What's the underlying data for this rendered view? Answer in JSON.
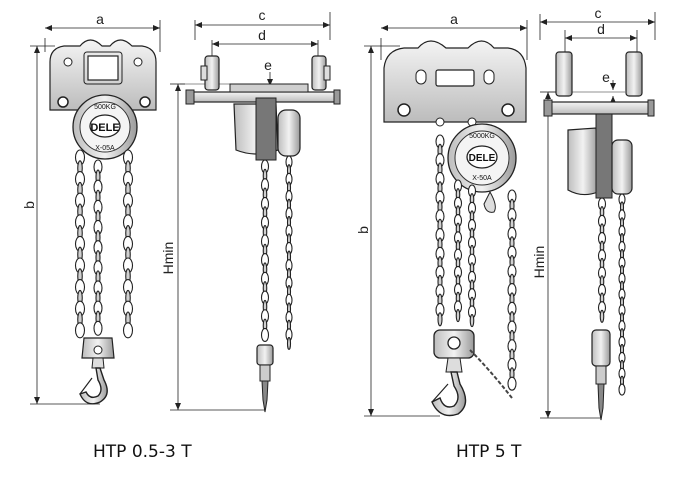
{
  "left_diagram": {
    "caption": "HTP 0.5-3 T",
    "dim_a": "a",
    "dim_b": "b",
    "dim_c": "c",
    "dim_d": "d",
    "dim_e": "e",
    "dim_hmin": "Hmin",
    "brand": "DELE",
    "capacity": "500KG",
    "model": "X-05A"
  },
  "right_diagram": {
    "caption": "HTP 5 T",
    "dim_a": "a",
    "dim_b": "b",
    "dim_c": "c",
    "dim_d": "d",
    "dim_e": "e",
    "dim_hmin": "Hmin",
    "brand": "DELE",
    "capacity": "5000KG",
    "model": "X-50A"
  },
  "colors": {
    "line": "#222222",
    "metal_light": "#e9e9e9",
    "metal_mid": "#bdbdbd",
    "metal_dark": "#555555"
  }
}
